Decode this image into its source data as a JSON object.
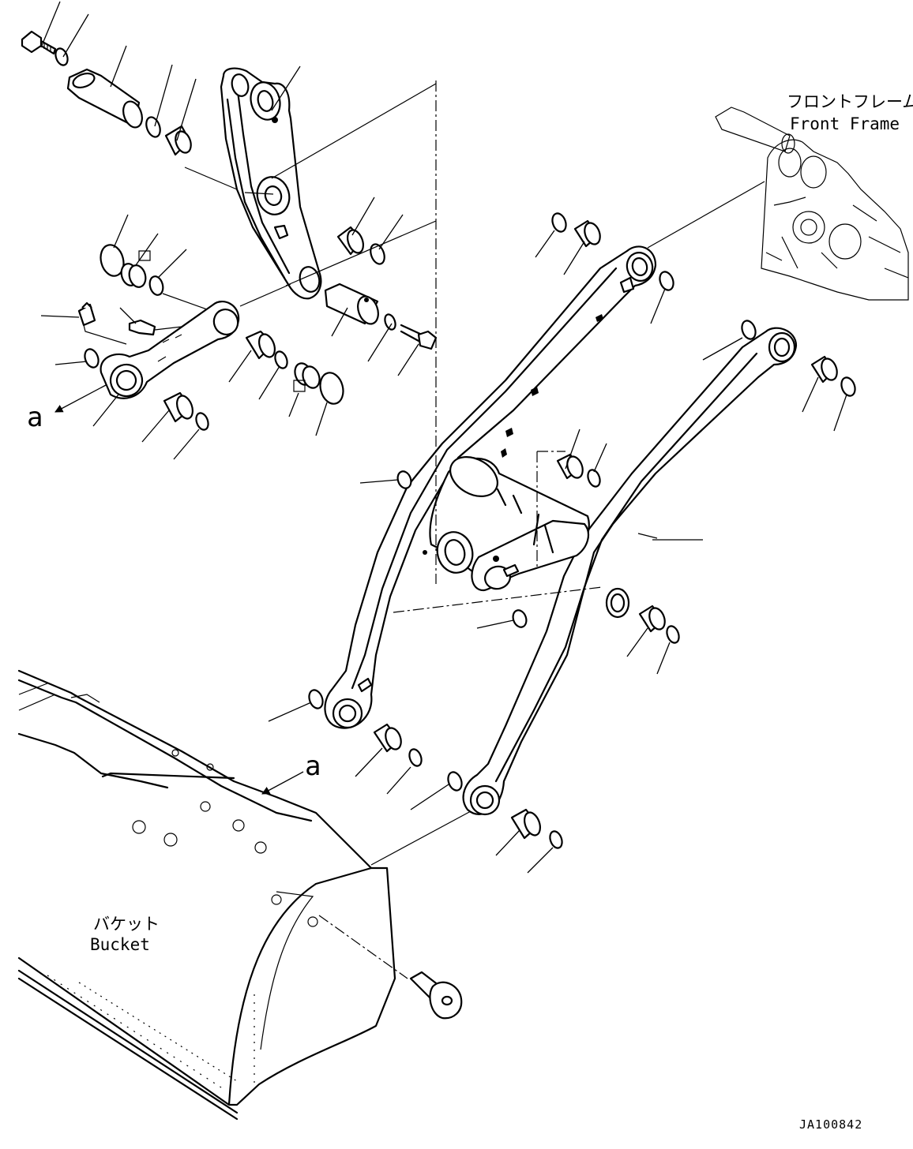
{
  "labels": {
    "front_frame_ja": "フロントフレーム",
    "front_frame_en": "Front Frame",
    "bucket_ja": "バケット",
    "bucket_en": "Bucket",
    "ref_a_left": "a",
    "ref_a_right": "a",
    "drawing_code": "JA100842"
  }
}
